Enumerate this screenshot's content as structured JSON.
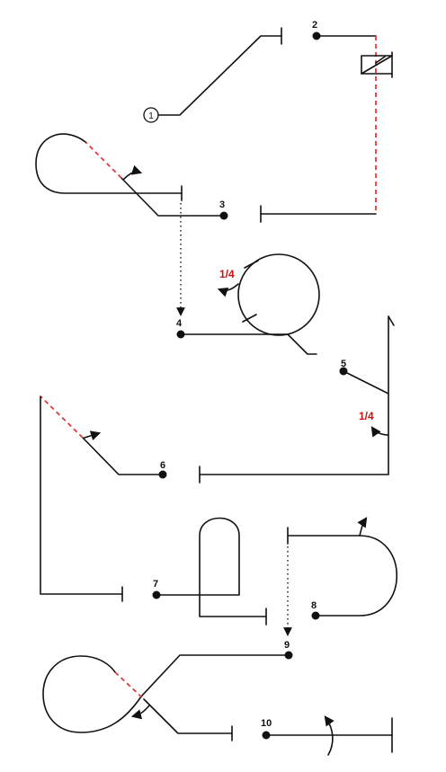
{
  "start_marker": "1",
  "points": [
    "2",
    "3",
    "4",
    "5",
    "6",
    "7",
    "8",
    "9",
    "10"
  ],
  "turn_labels": [
    "1/4",
    "1/4"
  ],
  "colors": {
    "line": "#111111",
    "dashed_segment": "#e03a3a",
    "turn_label": "#cc1111"
  }
}
